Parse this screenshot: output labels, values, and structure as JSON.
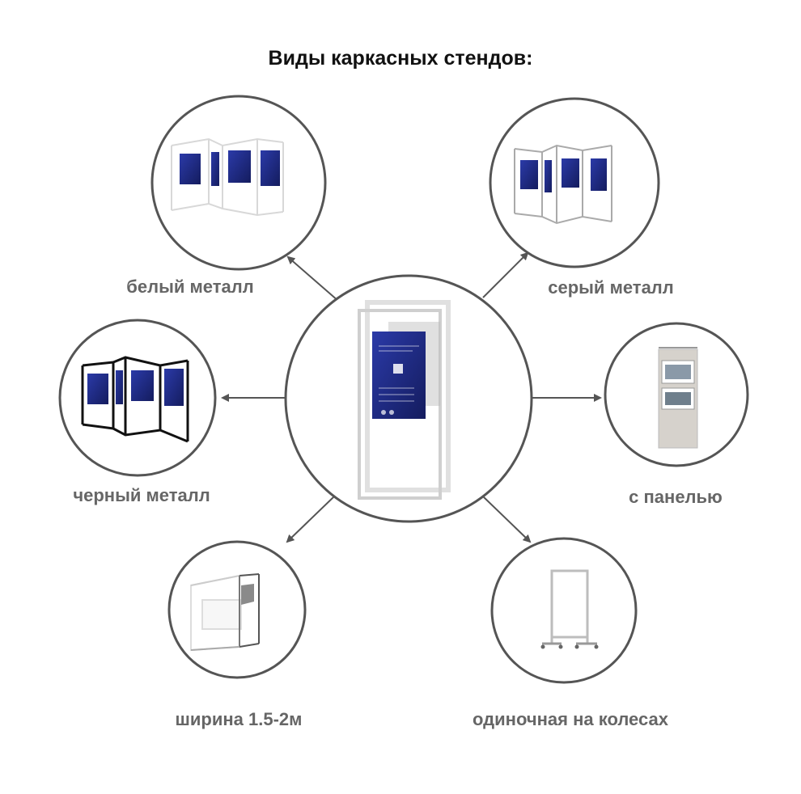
{
  "title": "Виды каркасных стендов:",
  "types": [
    {
      "id": "white",
      "label": "белый металл"
    },
    {
      "id": "gray",
      "label": "серый металл"
    },
    {
      "id": "black",
      "label": "черный металл"
    },
    {
      "id": "panel",
      "label": "с панелью"
    },
    {
      "id": "width",
      "label": "ширина 1.5-2м"
    },
    {
      "id": "wheels",
      "label": "одиночная на колесах"
    }
  ],
  "colors": {
    "circle_stroke": "#555555",
    "arrow": "#555555",
    "label": "#666666",
    "poster": "#1f2a8a"
  }
}
